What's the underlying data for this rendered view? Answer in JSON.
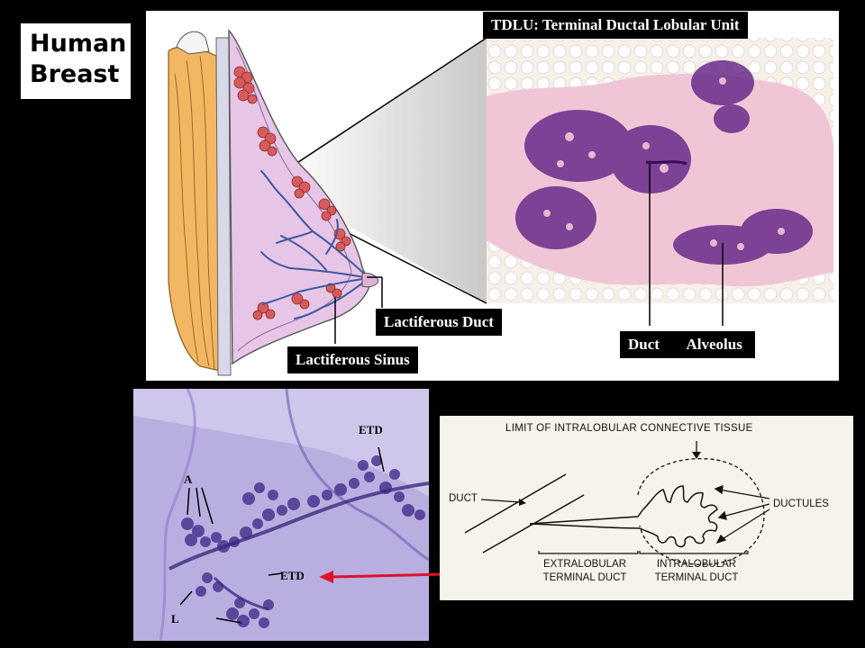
{
  "title": {
    "line1": "Human",
    "line2": "Breast"
  },
  "top_labels": {
    "tdlu": "TDLU: Terminal Ductal Lobular Unit",
    "lactiferous_duct": "Lactiferous Duct",
    "lactiferous_sinus": "Lactiferous Sinus",
    "duct": "Duct",
    "alveolus": "Alveolus"
  },
  "micrograph_labels": {
    "etd_top": "ETD",
    "etd_mid": "ETD",
    "a": "A",
    "l": "L"
  },
  "schematic": {
    "limit": "LIMIT OF INTRALOBULAR CONNECTIVE TISSUE",
    "duct": "DUCT",
    "ductules": "DUCTULES",
    "extralobular_1": "EXTRALOBULAR",
    "extralobular_2": "TERMINAL DUCT",
    "intralobular_1": "INTRALOBULAR",
    "intralobular_2": "TERMINAL DUCT"
  },
  "colors": {
    "label_bg": "#000000",
    "arrow": "#e0102a",
    "histo_bg": "#f0c6d6",
    "histo_cells": "#6a2a8a",
    "micro_bg": "#b9aee0",
    "tissue_pink": "#e7c5e6",
    "fat_orange": "#f3b763"
  }
}
